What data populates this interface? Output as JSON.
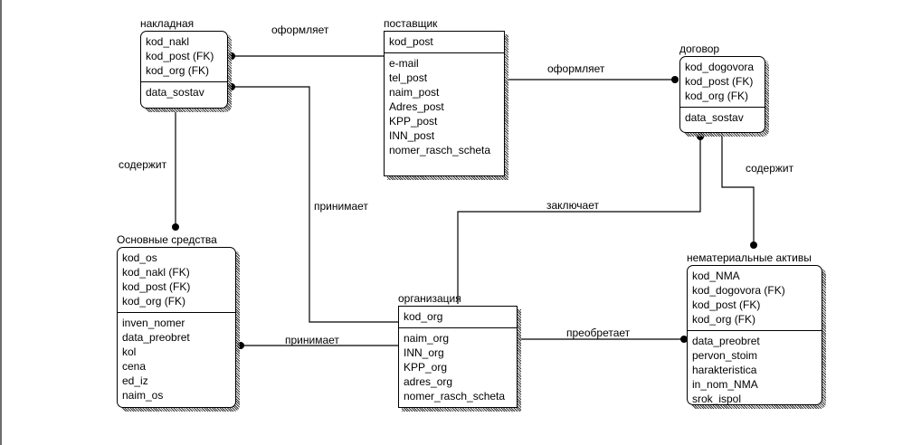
{
  "diagram": {
    "type": "ER diagram (IDEF1X)",
    "line_color": "#000000",
    "entities": {
      "nakladnaya": {
        "title": "накладная",
        "keys": [
          "kod_nakl",
          "kod_post (FK)",
          "kod_org (FK)"
        ],
        "attributes": [
          "data_sostav"
        ]
      },
      "postavshchik": {
        "title": "поставщик",
        "keys": [
          "kod_post"
        ],
        "attributes": [
          "e-mail",
          "tel_post",
          "naim_post",
          "Adres_post",
          "KPP_post",
          "INN_post",
          "nomer_rasch_scheta"
        ]
      },
      "dogovor": {
        "title": "договор",
        "keys": [
          "kod_dogovora",
          "kod_post (FK)",
          "kod_org (FK)"
        ],
        "attributes": [
          "data_sostav"
        ]
      },
      "osnovnye_sredstva": {
        "title": "Основные средства",
        "keys": [
          "kod_os",
          "kod_nakl (FK)",
          "kod_post (FK)",
          "kod_org (FK)"
        ],
        "attributes": [
          "inven_nomer",
          "data_preobret",
          "kol",
          "cena",
          "ed_iz",
          "naim_os"
        ]
      },
      "organizatsiya": {
        "title": "организация",
        "keys": [
          "kod_org"
        ],
        "attributes": [
          "naim_org",
          "INN_org",
          "KPP_org",
          "adres_org",
          "nomer_rasch_scheta"
        ]
      },
      "nematerialnye_aktivy": {
        "title": "нематериальные активы",
        "keys": [
          "kod_NMA",
          "kod_dogovora (FK)",
          "kod_post (FK)",
          "kod_org (FK)"
        ],
        "attributes": [
          "data_preobret",
          "pervon_stoim",
          "harakteristica",
          "in_nom_NMA",
          "srok_ispol"
        ]
      }
    },
    "relationships": [
      {
        "label": "оформляет",
        "from": "поставщик",
        "to": "накладная"
      },
      {
        "label": "оформляет",
        "from": "поставщик",
        "to": "договор"
      },
      {
        "label": "содержит",
        "from": "накладная",
        "to": "Основные средства"
      },
      {
        "label": "принимает",
        "from": "организация",
        "to": "накладная"
      },
      {
        "label": "заключает",
        "from": "организация",
        "to": "договор"
      },
      {
        "label": "содержит",
        "from": "договор",
        "to": "нематериальные активы"
      },
      {
        "label": "принимает",
        "from": "организация",
        "to": "Основные средства"
      },
      {
        "label": "преобретает",
        "from": "организация",
        "to": "нематериальные активы"
      }
    ]
  }
}
